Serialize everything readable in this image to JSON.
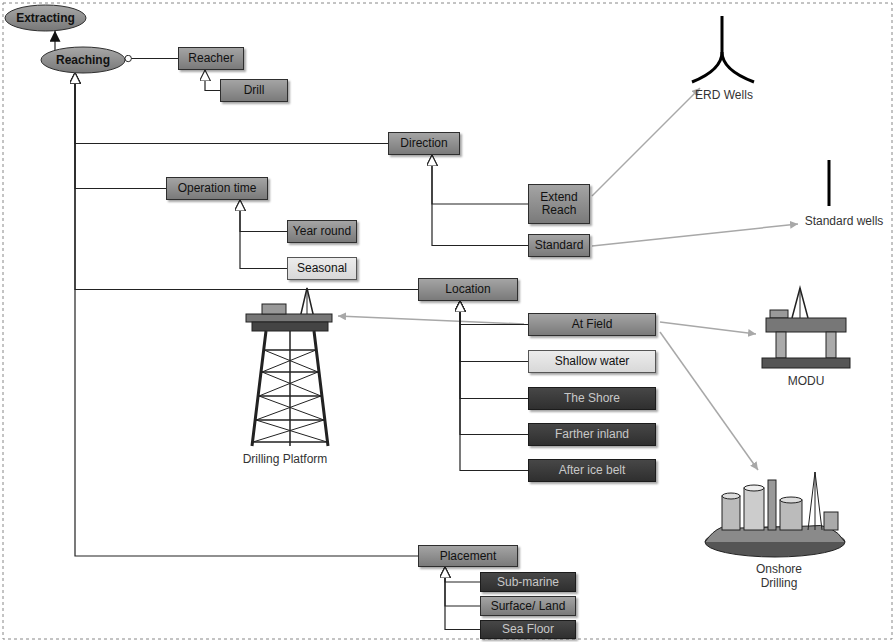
{
  "diagram": {
    "nodes": [
      {
        "text": [
          "Extracting"
        ]
      },
      {
        "text": [
          "Reaching"
        ]
      },
      {
        "text": [
          "Reacher"
        ]
      },
      {
        "text": [
          "Drill"
        ]
      },
      {
        "text": [
          "Direction"
        ]
      },
      {
        "text": [
          "Extend Reach"
        ]
      },
      {
        "text": [
          "Standard"
        ]
      },
      {
        "text": [
          "Operation time"
        ]
      },
      {
        "text": [
          "Year round"
        ]
      },
      {
        "text": [
          "Seasonal"
        ]
      },
      {
        "text": [
          "Location"
        ]
      },
      {
        "text": [
          "At Field"
        ]
      },
      {
        "text": [
          "Shallow water"
        ]
      },
      {
        "text": [
          "The Shore"
        ]
      },
      {
        "text": [
          "Farther inland"
        ]
      },
      {
        "text": [
          "After ice belt"
        ]
      },
      {
        "text": [
          "Placement"
        ]
      },
      {
        "text": [
          "Sub-marine"
        ]
      },
      {
        "text": [
          "Surface/ Land"
        ]
      },
      {
        "text": [
          "Sea Floor"
        ]
      }
    ],
    "edges": [
      {
        "from": 1,
        "to": 0,
        "arrow": "to"
      },
      {
        "from": 1,
        "to": 2,
        "arrow": "none"
      },
      {
        "from": 3,
        "to": 2,
        "arrow": "to"
      },
      {
        "from": 4,
        "to": 1,
        "arrow": "to"
      },
      {
        "from": 7,
        "to": 1,
        "arrow": "to"
      },
      {
        "from": 10,
        "to": 1,
        "arrow": "to"
      },
      {
        "from": 16,
        "to": 1,
        "arrow": "to"
      },
      {
        "from": 5,
        "to": 4,
        "arrow": "to"
      },
      {
        "from": 6,
        "to": 4,
        "arrow": "to"
      },
      {
        "from": 8,
        "to": 7,
        "arrow": "to"
      },
      {
        "from": 9,
        "to": 7,
        "arrow": "to"
      },
      {
        "from": 11,
        "to": 10,
        "arrow": "to"
      },
      {
        "from": 12,
        "to": 10,
        "arrow": "to"
      },
      {
        "from": 13,
        "to": 10,
        "arrow": "to"
      },
      {
        "from": 14,
        "to": 10,
        "arrow": "to"
      },
      {
        "from": 15,
        "to": 10,
        "arrow": "to"
      },
      {
        "from": 17,
        "to": 16,
        "arrow": "to"
      },
      {
        "from": 18,
        "to": 16,
        "arrow": "to"
      },
      {
        "from": 19,
        "to": 16,
        "arrow": "to"
      }
    ],
    "labels": [
      "ERD Wells",
      "Standard wells",
      "MODU",
      "Drilling Platform",
      "Onshore Drilling"
    ]
  }
}
